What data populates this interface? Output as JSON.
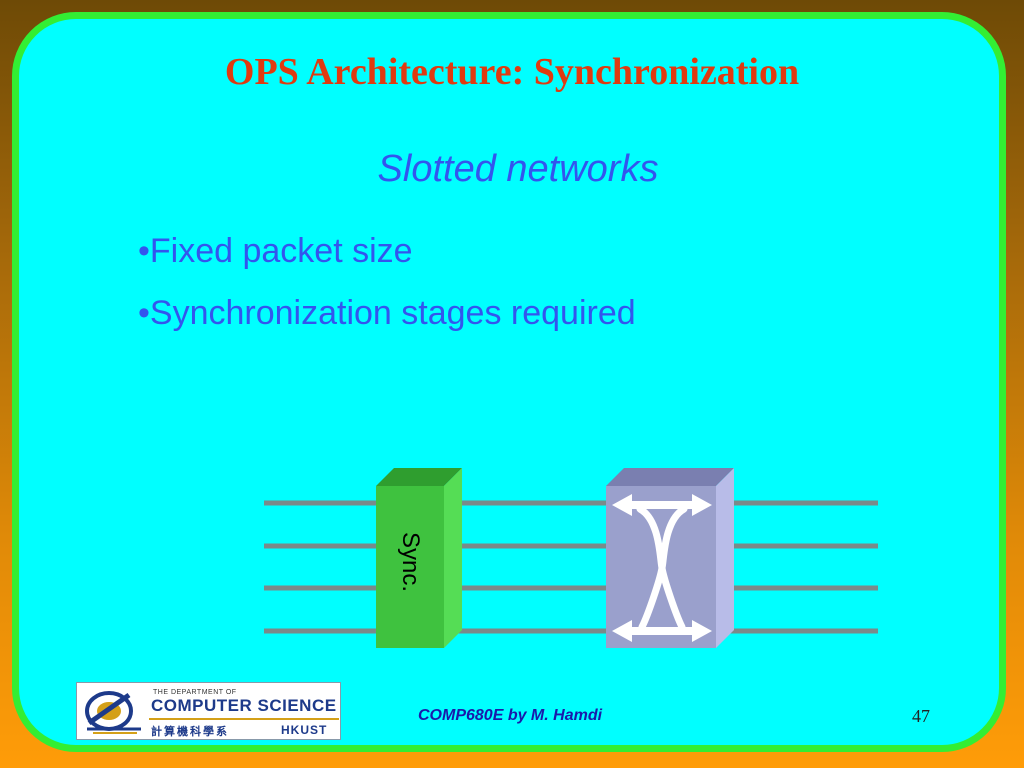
{
  "slide": {
    "title": "OPS Architecture: Synchronization",
    "subtitle": "Slotted networks",
    "bullets": [
      "•Fixed packet size",
      "•Synchronization stages required"
    ],
    "diagram": {
      "sync_label": "Sync."
    },
    "footer": "COMP680E by M. Hamdi",
    "page_number": "47",
    "logo": {
      "small_text": "THE DEPARTMENT OF",
      "main_text": "COMPUTER SCIENCE",
      "chinese_text": "計算機科學系",
      "institution": "HKUST"
    }
  },
  "colors": {
    "panel": "#00ffff",
    "panel_border": "#33ee33",
    "title": "#e03a10",
    "text": "#3355ee",
    "sync_block": "#3fc23f",
    "switch_block": "#9aa0cc"
  }
}
